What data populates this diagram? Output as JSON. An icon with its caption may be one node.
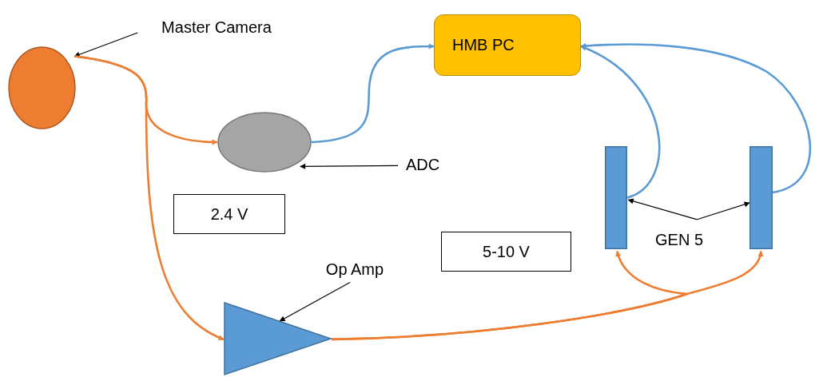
{
  "diagram": {
    "nodes": [
      {
        "text": [
          "Master Camera"
        ]
      },
      {
        "text": [],
        "shape": "ellipse"
      },
      {
        "text": [
          "HMB PC"
        ]
      },
      {
        "text": [],
        "shape": "ellipse"
      },
      {
        "text": [
          "ADC"
        ]
      },
      {
        "text": [
          "2.4 V"
        ]
      },
      {
        "text": [
          "5-10 V"
        ]
      },
      {
        "text": [
          "Op Amp"
        ]
      },
      {
        "text": [],
        "shape": "triangle"
      },
      {
        "text": [],
        "shape": "bar"
      },
      {
        "text": [
          "GEN 5"
        ]
      },
      {
        "text": [],
        "shape": "bar"
      }
    ],
    "edges": [
      {
        "from": 0,
        "to": 1,
        "arrow": "to"
      },
      {
        "from": 1,
        "to": 3,
        "arrow": "to",
        "color": "#ed7d31"
      },
      {
        "from": 1,
        "to": 8,
        "arrow": "to",
        "color": "#ed7d31"
      },
      {
        "from": 3,
        "to": 2,
        "arrow": "to",
        "color": "#5b9bd5"
      },
      {
        "from": 9,
        "to": 2,
        "arrow": "to",
        "color": "#5b9bd5"
      },
      {
        "from": 11,
        "to": 2,
        "arrow": "to",
        "color": "#5b9bd5"
      },
      {
        "from": 4,
        "to": 3,
        "arrow": "to"
      },
      {
        "from": 7,
        "to": 8,
        "arrow": "to"
      },
      {
        "from": 10,
        "to": 9,
        "arrow": "to"
      },
      {
        "from": 10,
        "to": 11,
        "arrow": "to"
      },
      {
        "from": 8,
        "to": 9,
        "arrow": "to",
        "color": "#ed7d31"
      },
      {
        "from": 8,
        "to": 11,
        "arrow": "to",
        "color": "#ed7d31"
      }
    ]
  }
}
